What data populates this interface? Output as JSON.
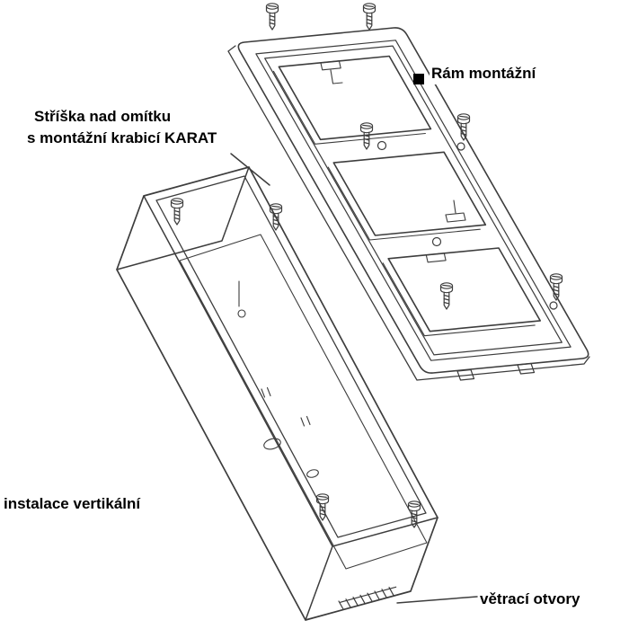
{
  "labels": {
    "canopy": {
      "line1": "Stříška nad omítku",
      "line2": "s montážní krabicí KARAT"
    },
    "frame": "Rám montážní",
    "installation": "instalace vertikální",
    "vents": "větrací otvory"
  },
  "diagram": {
    "type": "technical-line-drawing",
    "colors": {
      "background": "#ffffff",
      "line": "#3d3d3d",
      "text": "#000000",
      "marker": "#000000"
    },
    "screw_count_frame": 6,
    "screw_count_box": 4,
    "frame_openings": 3
  }
}
